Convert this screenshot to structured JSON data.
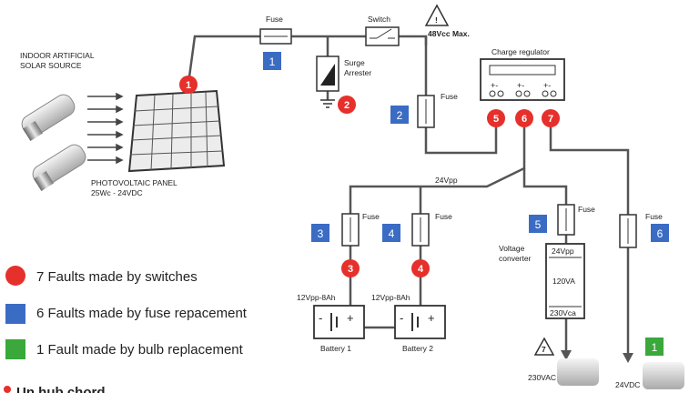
{
  "labels": {
    "fuse_top": "Fuse",
    "switch": "Switch",
    "warning_symbol": "!",
    "voltage_max": "48Vcc Max.",
    "indoor_source_line1": "INDOOR ARTIFICIAL",
    "indoor_source_line2": "SOLAR SOURCE",
    "surge_line1": "Surge",
    "surge_line2": "Arrester",
    "fuse_2": "Fuse",
    "charge_regulator": "Charge regulator",
    "pv_line1": "PHOTOVOLTAIC PANEL",
    "pv_line2": "25Wc - 24VDC",
    "bus_voltage": "24Vpp",
    "fuse_3": "Fuse",
    "fuse_4": "Fuse",
    "fuse_5": "Fuse",
    "fuse_6": "Fuse",
    "converter_line1": "Voltage",
    "converter_line2": "converter",
    "converter_in": "24Vpp",
    "converter_mid": "120VA",
    "converter_out": "230Vca",
    "battery1_rating": "12Vpp-8Ah",
    "battery2_rating": "12Vpp-8Ah",
    "battery1": "Battery 1",
    "battery2": "Battery 2",
    "ac_load": "230VAC",
    "dc_load": "24VDC",
    "ac_warning": "7"
  },
  "markers": {
    "red": [
      "1",
      "2",
      "3",
      "4",
      "5",
      "6",
      "7"
    ],
    "blue": [
      "1",
      "2",
      "3",
      "4",
      "5",
      "6"
    ],
    "green": [
      "1"
    ]
  },
  "legend": [
    {
      "text": "7 Faults made by switches",
      "color": "#e5302c"
    },
    {
      "text": "6 Faults made by fuse repacement",
      "color": "#3b6cc4"
    },
    {
      "text": "1 Fault made by bulb replacement",
      "color": "#3aa83a"
    }
  ],
  "footer_text": "Un hub chord",
  "colors": {
    "red_marker": "#e5302c",
    "blue_marker": "#3b6cc4",
    "green_marker": "#3aa83a",
    "wire": "#555555"
  }
}
